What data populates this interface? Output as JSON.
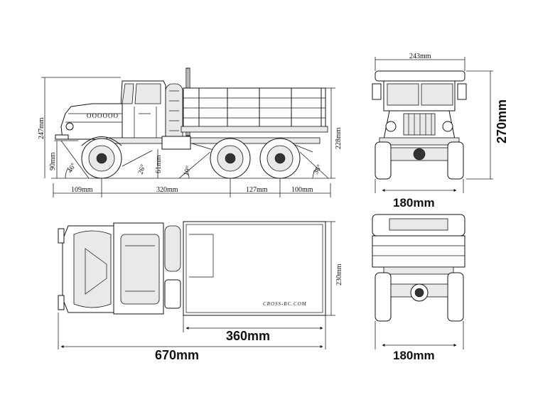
{
  "side_view": {
    "height_total": "247mm",
    "ground_clearance": "90mm",
    "rear_height": "228mm",
    "front_approach_angle": "46°",
    "front_wheel_angle": "26°",
    "mid_height": "61mm",
    "breakover_angle": "19°",
    "departure_angle": "36°",
    "front_overhang": "109mm",
    "wheelbase": "320mm",
    "rear_axle_spacing": "127mm",
    "rear_overhang": "100mm",
    "grille_text": "OOOOOO"
  },
  "front_view": {
    "top_width": "243mm",
    "height": "270mm",
    "track_width": "180mm"
  },
  "top_view": {
    "deck_width": "230mm",
    "bed_length": "360mm",
    "total_length": "670mm",
    "watermark": "CROSS-RC.COM"
  },
  "rear_view": {
    "track_width": "180mm"
  }
}
